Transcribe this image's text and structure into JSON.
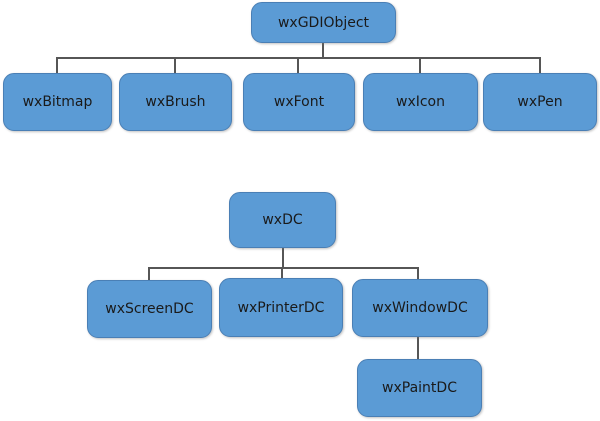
{
  "diagram": {
    "description": "wxWidgets class hierarchy diagram with two inheritance trees",
    "colors": {
      "background": "#ffffff",
      "box_fill": "#5b9bd5",
      "box_border": "#4a7fb5",
      "line": "#565656",
      "text": "#1a1a1a"
    },
    "nodes": [
      {
        "label": "wxGDIObject"
      },
      {
        "label": "wxBitmap"
      },
      {
        "label": "wxBrush"
      },
      {
        "label": "wxFont"
      },
      {
        "label": "wxIcon"
      },
      {
        "label": "wxPen"
      },
      {
        "label": "wxDC"
      },
      {
        "label": "wxScreenDC"
      },
      {
        "label": "wxPrinterDC"
      },
      {
        "label": "wxWindowDC"
      },
      {
        "label": "wxPaintDC"
      }
    ],
    "edges": [
      {
        "from": "wxGDIObject",
        "to": "wxBitmap"
      },
      {
        "from": "wxGDIObject",
        "to": "wxBrush"
      },
      {
        "from": "wxGDIObject",
        "to": "wxFont"
      },
      {
        "from": "wxGDIObject",
        "to": "wxIcon"
      },
      {
        "from": "wxGDIObject",
        "to": "wxPen"
      },
      {
        "from": "wxDC",
        "to": "wxScreenDC"
      },
      {
        "from": "wxDC",
        "to": "wxPrinterDC"
      },
      {
        "from": "wxDC",
        "to": "wxWindowDC"
      },
      {
        "from": "wxWindowDC",
        "to": "wxPaintDC"
      }
    ]
  }
}
